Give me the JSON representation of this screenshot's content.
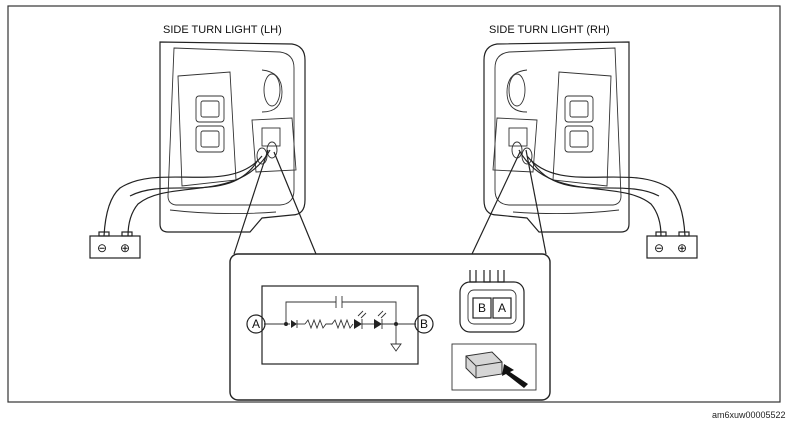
{
  "labels": {
    "lh_title": "SIDE TURN LIGHT (LH)",
    "rh_title": "SIDE TURN LIGHT (RH)",
    "terminal_a": "A",
    "terminal_b": "B",
    "connector_left": "B",
    "connector_right": "A",
    "battery_minus": "⊖",
    "battery_plus": "⊕",
    "figure_code": "am6xuw00005522"
  },
  "icons": {
    "battery": "battery-icon",
    "arrow": "insert-arrow-icon",
    "ground": "ground-icon",
    "led": "led-icon",
    "diode": "diode-icon",
    "resistor": "resistor-icon",
    "capacitor": "capacitor-icon"
  }
}
